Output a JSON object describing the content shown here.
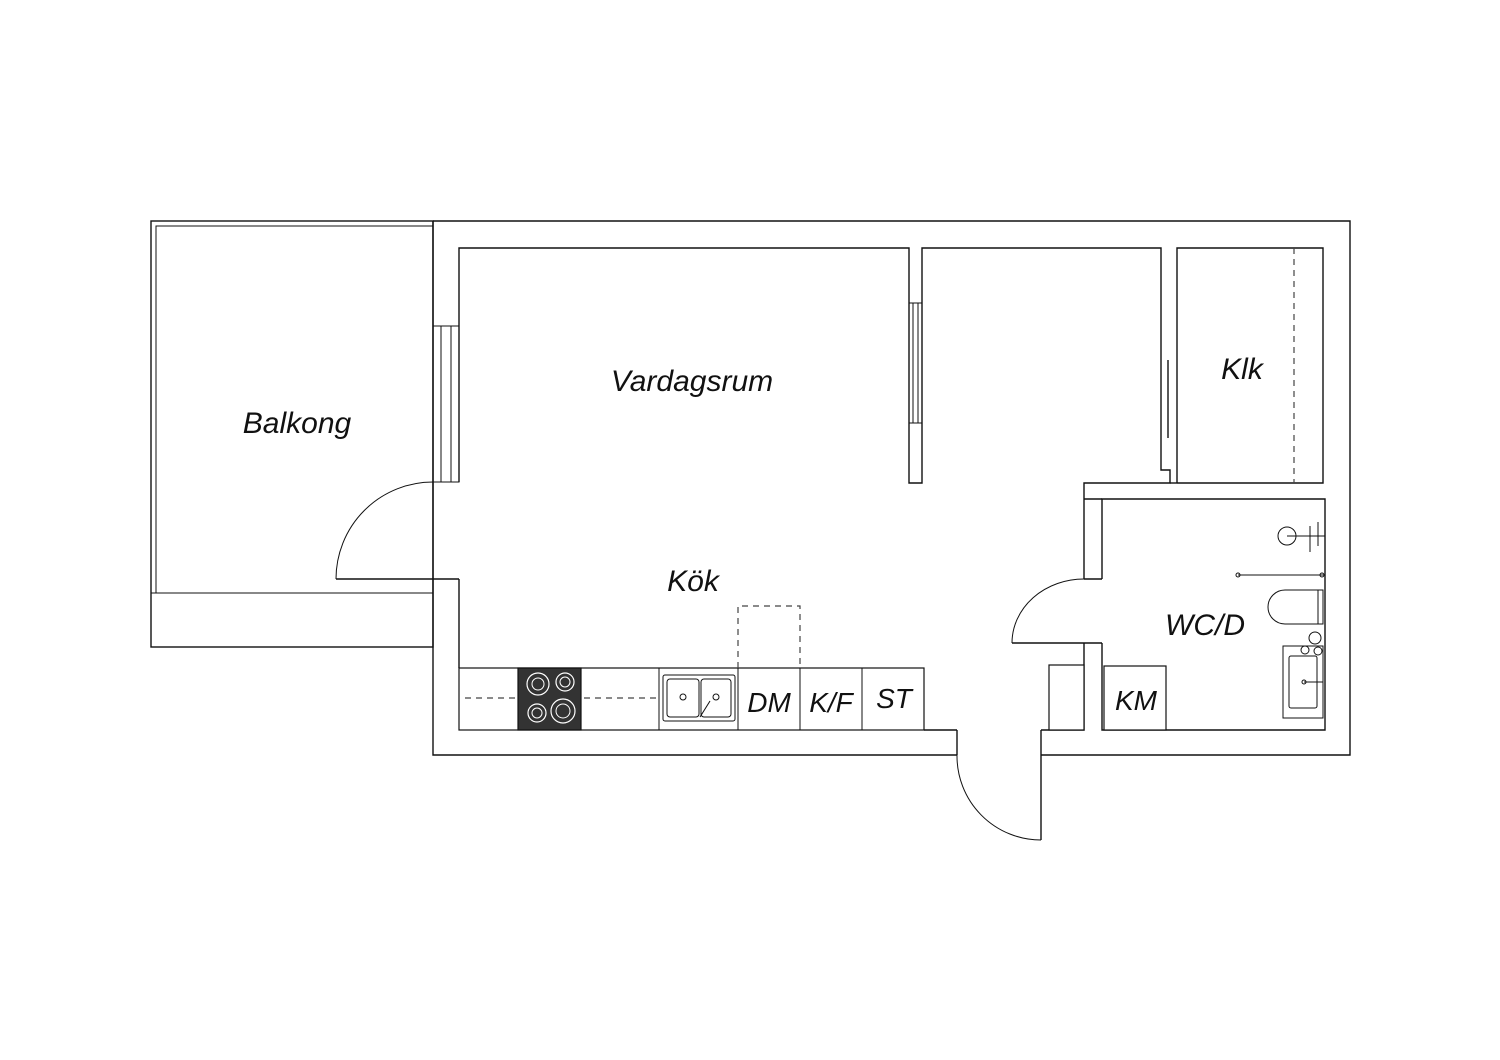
{
  "rooms": {
    "balkong": "Balkong",
    "vardagsrum": "Vardagsrum",
    "kok": "Kök",
    "klk": "Klk",
    "wcd": "WC/D"
  },
  "appliances": {
    "dm": "DM",
    "kf": "K/F",
    "st": "ST",
    "km": "KM"
  },
  "colors": {
    "line": "#111111",
    "stove": "#333333",
    "background": "#ffffff"
  }
}
